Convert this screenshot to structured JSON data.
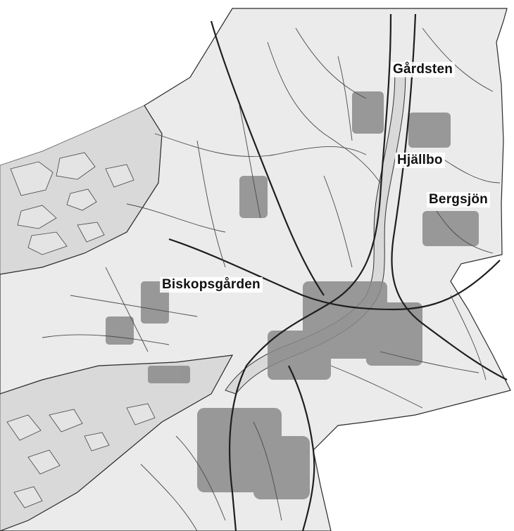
{
  "map": {
    "colors": {
      "background": "#ffffff",
      "land": "#ebebeb",
      "water": "#d9d9d9",
      "island": "#e4e4e4",
      "road_major": "#1e1e1e",
      "road_minor": "#4a4a4a",
      "built_area": "#8a8a8a",
      "boundary": "#2a2a2a"
    },
    "labels": {
      "gardsten": "Gårdsten",
      "hjallbo": "Hjällbo",
      "bergsjon": "Bergsjön",
      "biskopsgarden": "Biskopsgården"
    }
  }
}
